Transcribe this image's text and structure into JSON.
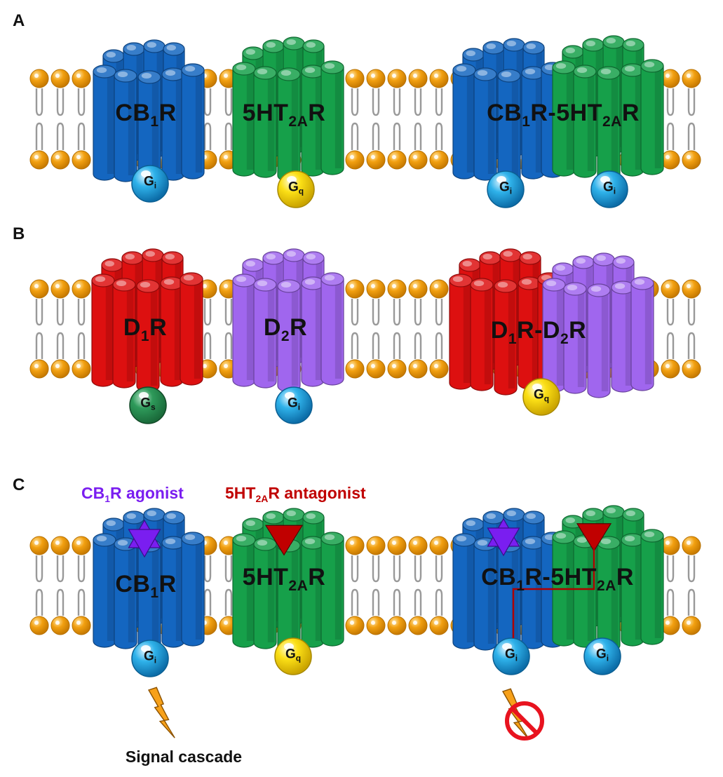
{
  "panels": [
    {
      "label": "A",
      "receptors": [
        {
          "parts": [
            {
              "text": "CB"
            },
            {
              "text": "1",
              "sub": true
            },
            {
              "text": "R"
            }
          ]
        },
        {
          "parts": [
            {
              "text": "5HT"
            },
            {
              "text": "2A",
              "sub": true
            },
            {
              "text": "R"
            }
          ]
        },
        {
          "parts": [
            {
              "text": "CB"
            },
            {
              "text": "1",
              "sub": true
            },
            {
              "text": "R-5HT"
            },
            {
              "text": "2A",
              "sub": true
            },
            {
              "text": "R"
            }
          ]
        }
      ],
      "gproteins": [
        {
          "base": "G",
          "sub": "i"
        },
        {
          "base": "G",
          "sub": "q"
        },
        {
          "base": "G",
          "sub": "i"
        },
        {
          "base": "G",
          "sub": "i"
        }
      ]
    },
    {
      "label": "B",
      "receptors": [
        {
          "parts": [
            {
              "text": "D"
            },
            {
              "text": "1",
              "sub": true
            },
            {
              "text": "R"
            }
          ]
        },
        {
          "parts": [
            {
              "text": "D"
            },
            {
              "text": "2",
              "sub": true
            },
            {
              "text": "R"
            }
          ]
        },
        {
          "parts": [
            {
              "text": "D"
            },
            {
              "text": "1",
              "sub": true
            },
            {
              "text": "R-D"
            },
            {
              "text": "2",
              "sub": true
            },
            {
              "text": "R"
            }
          ]
        }
      ],
      "gproteins": [
        {
          "base": "G",
          "sub": "s"
        },
        {
          "base": "G",
          "sub": "i"
        },
        {
          "base": "G",
          "sub": "q"
        }
      ]
    },
    {
      "label": "C",
      "receptors": [
        {
          "parts": [
            {
              "text": "CB"
            },
            {
              "text": "1",
              "sub": true
            },
            {
              "text": "R"
            }
          ]
        },
        {
          "parts": [
            {
              "text": "5HT"
            },
            {
              "text": "2A",
              "sub": true
            },
            {
              "text": "R"
            }
          ]
        },
        {
          "parts": [
            {
              "text": "CB"
            },
            {
              "text": "1",
              "sub": true
            },
            {
              "text": "R-5HT"
            },
            {
              "text": "2A",
              "sub": true
            },
            {
              "text": "R"
            }
          ]
        }
      ],
      "gproteins": [
        {
          "base": "G",
          "sub": "i"
        },
        {
          "base": "G",
          "sub": "q"
        },
        {
          "base": "G",
          "sub": "i"
        },
        {
          "base": "G",
          "sub": "i"
        }
      ],
      "annotations": {
        "agonist": {
          "parts": [
            {
              "text": "CB"
            },
            {
              "text": "1",
              "sub": true
            },
            {
              "text": "R agonist"
            }
          ]
        },
        "antagonist": {
          "parts": [
            {
              "text": "5HT"
            },
            {
              "text": "2A",
              "sub": true
            },
            {
              "text": "R antagonist"
            }
          ]
        },
        "signal": "Signal cascade"
      }
    }
  ],
  "colors": {
    "cb1r": "#1466c0",
    "ht2ar": "#16a04a",
    "d1r": "#dd1010",
    "d2r": "#a066ee",
    "gi": "#2fb2ea",
    "gq": "#fbdf16",
    "gs": "#2e9a5a",
    "lipid_head": "#f2a011",
    "lipid_tail": "#999999",
    "agonist": "#7a1ef0",
    "antagonist": "#c00000",
    "bolt": "#f7a11a",
    "block": "#e8131f"
  }
}
